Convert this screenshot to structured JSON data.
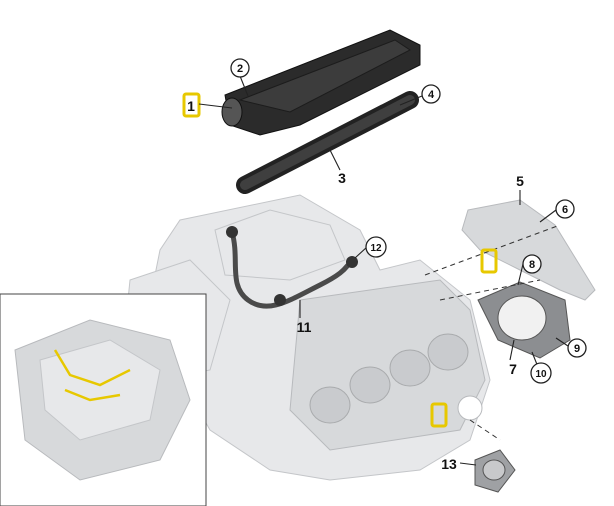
{
  "callouts": {
    "c1": "1",
    "c2": "2",
    "c3": "3",
    "c4": "4",
    "c5": "5",
    "c6": "6",
    "c7": "7",
    "c8": "8",
    "c9": "9",
    "c10": "10",
    "c11": "11",
    "c12": "12",
    "c13": "13"
  },
  "colors": {
    "highlight": "#e7c800",
    "engine": "#d7d9db",
    "dark_part": "#2b2b2b",
    "line": "#222222"
  }
}
